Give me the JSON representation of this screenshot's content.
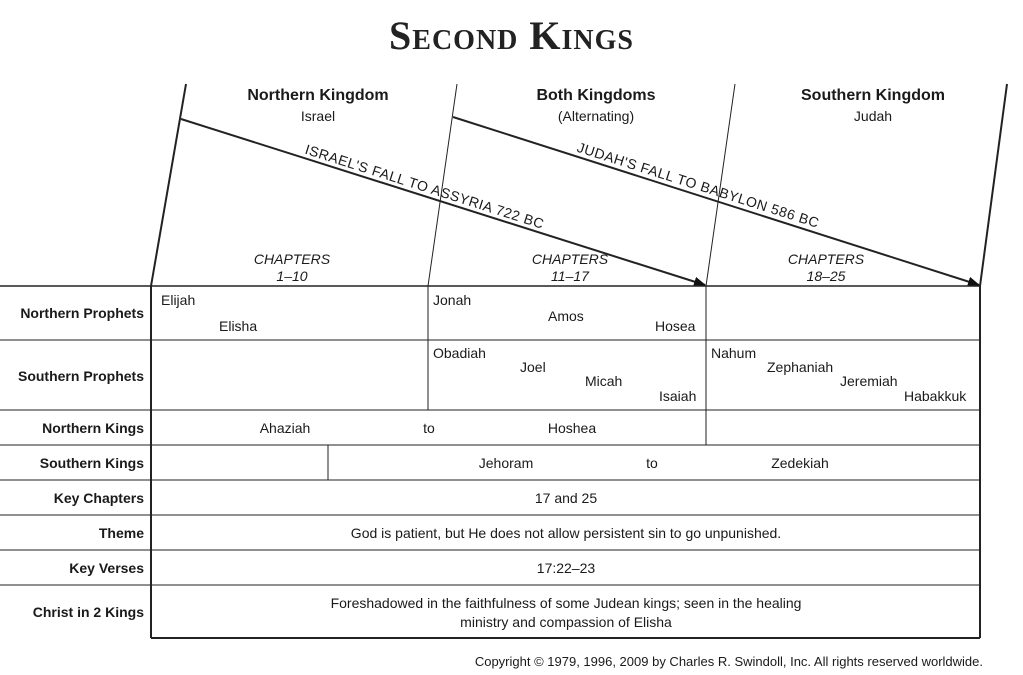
{
  "title": "Second Kings",
  "sections": [
    {
      "heading": "Northern Kingdom",
      "sub": "Israel",
      "chapters_label": "CHAPTERS",
      "chapters": "1–10"
    },
    {
      "heading": "Both Kingdoms",
      "sub": "(Alternating)",
      "chapters_label": "CHAPTERS",
      "chapters": "11–17"
    },
    {
      "heading": "Southern Kingdom",
      "sub": "Judah",
      "chapters_label": "CHAPTERS",
      "chapters": "18–25"
    }
  ],
  "arrows": [
    "ISRAEL'S FALL TO ASSYRIA 722 BC",
    "JUDAH'S FALL TO BABYLON 586 BC"
  ],
  "rows": {
    "northern_prophets": {
      "label": "Northern Prophets",
      "items": [
        "Elijah",
        "Elisha",
        "Jonah",
        "Amos",
        "Hosea"
      ]
    },
    "southern_prophets": {
      "label": "Southern Prophets",
      "items": [
        "Obadiah",
        "Joel",
        "Micah",
        "Isaiah",
        "Nahum",
        "Zephaniah",
        "Jeremiah",
        "Habakkuk"
      ]
    },
    "northern_kings": {
      "label": "Northern Kings",
      "items": [
        "Ahaziah",
        "to",
        "Hoshea"
      ]
    },
    "southern_kings": {
      "label": "Southern Kings",
      "items": [
        "Jehoram",
        "to",
        "Zedekiah"
      ]
    },
    "key_chapters": {
      "label": "Key Chapters",
      "value": "17 and 25"
    },
    "theme": {
      "label": "Theme",
      "value": "God is patient, but He does not allow persistent sin to go unpunished."
    },
    "key_verses": {
      "label": "Key Verses",
      "value": "17:22–23"
    },
    "christ": {
      "label": "Christ in 2 Kings",
      "line1": "Foreshadowed in the faithfulness of some Judean kings; seen in the healing",
      "line2": "ministry and compassion of Elisha"
    }
  },
  "copyright": "Copyright © 1979, 1996, 2009 by Charles R. Swindoll, Inc. All rights reserved worldwide."
}
